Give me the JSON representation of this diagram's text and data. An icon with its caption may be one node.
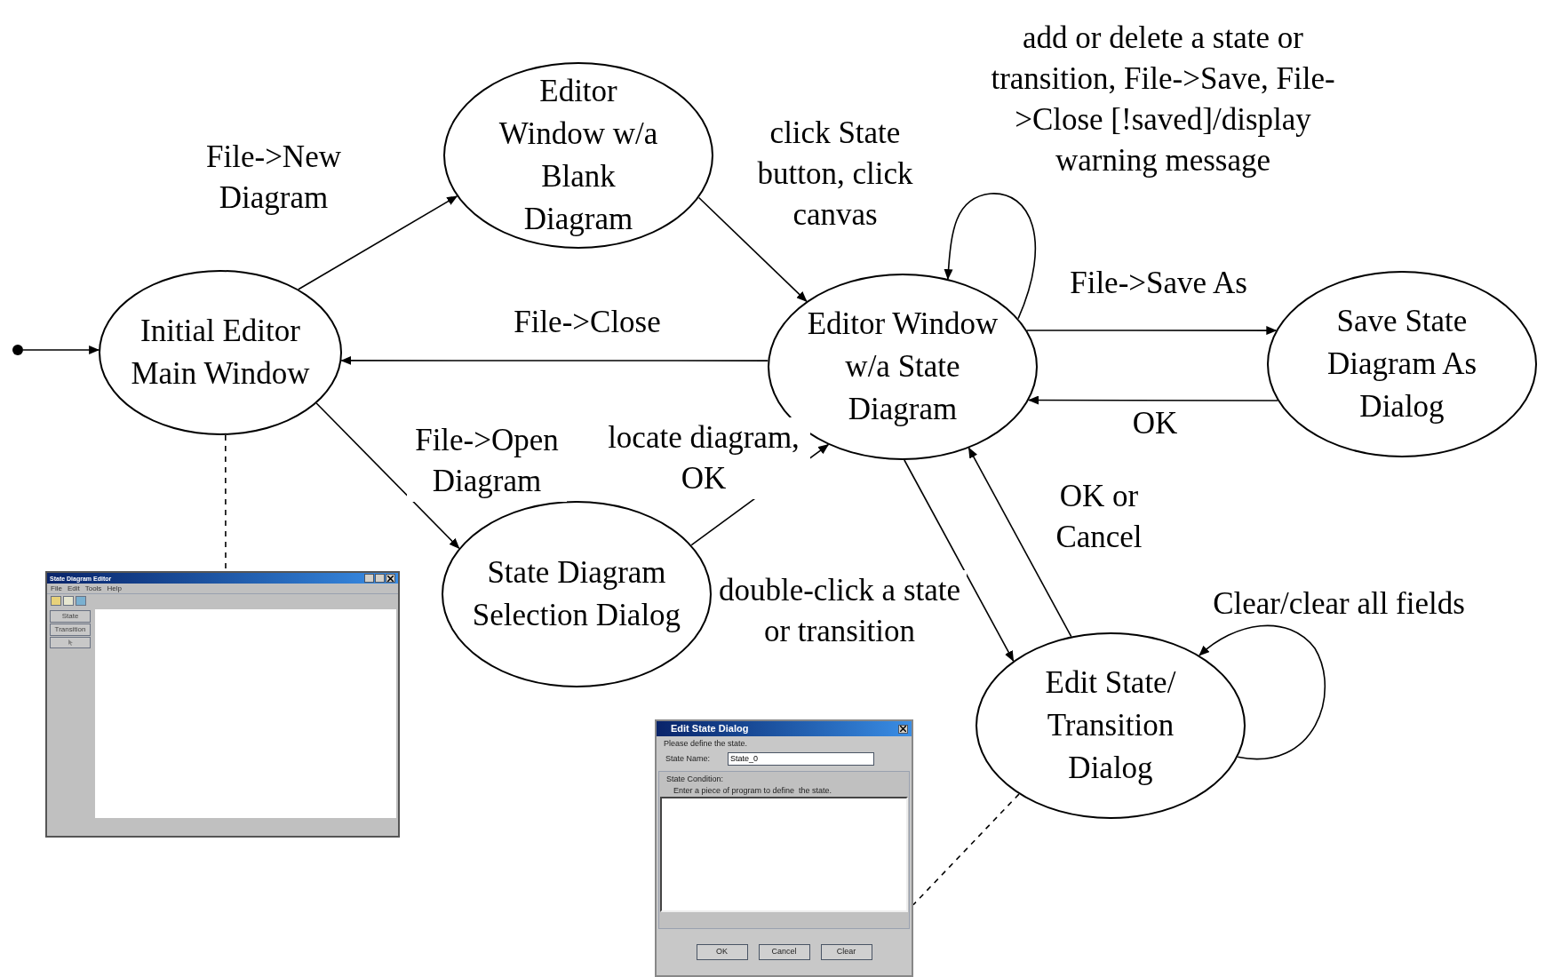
{
  "diagram": {
    "nodes": [
      {
        "text": [],
        "shape": "circle"
      },
      {
        "text": [
          "Initial Editor Main Window"
        ]
      },
      {
        "text": [
          "Editor Window w/a Blank Diagram"
        ]
      },
      {
        "text": [
          "Editor Window w/a State Diagram"
        ]
      },
      {
        "text": [
          "Save State Diagram As Dialog"
        ]
      },
      {
        "text": [
          "State Diagram Selection Dialog"
        ]
      },
      {
        "text": [
          "Edit State/ Transition Dialog"
        ]
      },
      {
        "text": [
          "State Diagram Editor",
          "File",
          "Edit",
          "Tools",
          "Help",
          "State",
          "Transition"
        ]
      },
      {
        "text": [
          "Edit State Dialog",
          "Please define the state.",
          "State Name:",
          "State_0",
          "State Condition:",
          "Enter a piece of program to define  the state.",
          "OK",
          "Cancel",
          "Clear"
        ]
      }
    ],
    "edges": [
      {
        "from": 0,
        "to": 1,
        "arrow": "to"
      },
      {
        "from": 1,
        "to": 2,
        "arrow": "to",
        "label": "File->New Diagram"
      },
      {
        "from": 2,
        "to": 3,
        "arrow": "to",
        "label": "click State button, click canvas"
      },
      {
        "from": 3,
        "to": 3,
        "arrow": "to",
        "label": "add or delete a state or transition, File->Save, File->Close [!saved]/display warning message"
      },
      {
        "from": 3,
        "to": 1,
        "arrow": "to",
        "label": "File->Close"
      },
      {
        "from": 3,
        "to": 4,
        "arrow": "to",
        "label": "File->Save As"
      },
      {
        "from": 4,
        "to": 3,
        "arrow": "to",
        "label": "OK"
      },
      {
        "from": 1,
        "to": 5,
        "arrow": "to",
        "label": "File->Open Diagram"
      },
      {
        "from": 5,
        "to": 3,
        "arrow": "to",
        "label": "locate diagram, OK"
      },
      {
        "from": 3,
        "to": 6,
        "arrow": "to",
        "label": "double-click a state or transition"
      },
      {
        "from": 6,
        "to": 3,
        "arrow": "to",
        "label": "OK or Cancel"
      },
      {
        "from": 6,
        "to": 6,
        "arrow": "to",
        "label": "Clear/clear all fields"
      },
      {
        "from": 1,
        "to": 7,
        "arrow": "none",
        "style": "dashed"
      },
      {
        "from": 6,
        "to": 8,
        "arrow": "none",
        "style": "dashed"
      }
    ]
  }
}
